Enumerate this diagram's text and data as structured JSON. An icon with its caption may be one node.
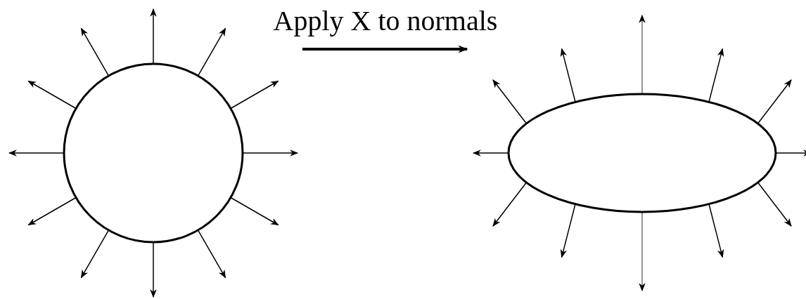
{
  "diagram": {
    "nodes": [
      {
        "text": [],
        "shape": "circle"
      },
      {
        "text": [],
        "shape": "ellipse"
      }
    ],
    "edges": [
      {
        "from": 0,
        "to": 1,
        "arrow": "to",
        "label": "Apply X to normals"
      }
    ]
  }
}
